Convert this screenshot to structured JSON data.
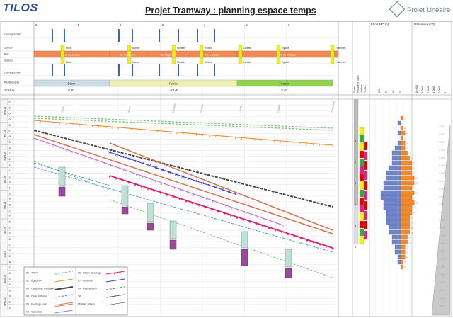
{
  "header": {
    "logo": "TILOS",
    "title": "Projet Tramway : planning espace temps",
    "brand": "Projet Linéaire"
  },
  "chainage_ticks": [
    "0",
    "1",
    "2",
    "3",
    "4",
    "5",
    "6"
  ],
  "row_labels": [
    "Ouvrages d'art",
    "Stations",
    "Rue",
    "Stations",
    "Ouvrages d'art",
    "Revêtements",
    "Structure"
  ],
  "streets": [
    "Rue Leblanche",
    "Av. Caravane",
    "Av. Magenta",
    "Av. Lumière",
    "Rue de Nations"
  ],
  "stations": [
    "Étoile",
    "Marne",
    "Montrée",
    "Riviera",
    "Lorette",
    "Égalité",
    "Fraternité"
  ],
  "revetements": [
    {
      "label": "Béton",
      "duration": "0 db",
      "color": "#c8dde6"
    },
    {
      "label": "Pavés",
      "duration": "-20 db",
      "color": "#f1efb0"
    },
    {
      "label": "Gazon",
      "duration": "6 db",
      "color": "#8fd44c"
    }
  ],
  "time_rows": [
    {
      "month": "janv-19",
      "weeks": [
        "02",
        "03",
        "04",
        "05"
      ]
    },
    {
      "month": "févr-19",
      "weeks": [
        "06",
        "07",
        "08",
        "09"
      ]
    },
    {
      "month": "mars-19",
      "weeks": [
        "10",
        "11",
        "12",
        "13"
      ]
    },
    {
      "month": "avr-19",
      "weeks": [
        "14",
        "15",
        "16",
        "17"
      ]
    },
    {
      "month": "mai-19",
      "weeks": [
        "18",
        "19",
        "20",
        "21",
        "22"
      ]
    },
    {
      "month": "juin-19",
      "weeks": [
        "23",
        "24",
        "25",
        "26"
      ]
    },
    {
      "month": "juil-19",
      "weeks": [
        "27",
        "28",
        "29",
        "30"
      ]
    },
    {
      "month": "août-19",
      "weeks": [
        "31",
        "32",
        "33",
        "34",
        "35"
      ]
    },
    {
      "month": "sept-19",
      "weeks": [
        "36",
        "37",
        "38"
      ]
    }
  ],
  "legend": [
    {
      "code": "01 - TOPO",
      "color": "#7dc57d",
      "style": "dash"
    },
    {
      "code": "02 - Égout PP",
      "color": "#f08a30",
      "style": "arrow"
    },
    {
      "code": "03 - Gaston de fondation",
      "color": "#444444",
      "style": "thick"
    },
    {
      "code": "04 - Dalle flottante",
      "color": "#4a8fe0",
      "style": "dash"
    },
    {
      "code": "05 - Montage voie",
      "color": "#d17a5a",
      "style": "dbl"
    },
    {
      "code": "06 - Scientisie",
      "color": "#c46ad8",
      "style": "arrow"
    },
    {
      "code": "06 - Béton de calage",
      "color": "#e0217a",
      "style": "tri"
    },
    {
      "code": "07 - Finitions",
      "color": "#3a3ad0",
      "style": "cross"
    },
    {
      "code": "09 - Revêtement",
      "color": "#3aa83a",
      "style": "dash"
    },
    {
      "code": "OC",
      "color": "#555555",
      "style": "line"
    },
    {
      "code": "Mobilier urbain",
      "color": "#222222",
      "style": "thin"
    }
  ],
  "resources": {
    "col_headers": [
      "Phase",
      "Ressource suivie",
      "Maintien",
      "Planifier"
    ],
    "effort_title": "Effort MO (h)",
    "effort_ticks": [
      "100",
      "75",
      "50",
      "25"
    ],
    "materials_title": "Matériaux (m3)",
    "materials_ticks": [
      "10 000",
      "8 000",
      "6 000",
      "4 000",
      "2 000",
      "0"
    ],
    "phase_numbers": [
      "1",
      "2",
      "3",
      "4",
      "5",
      "6"
    ]
  },
  "effort_bars": [
    {
      "week": "06",
      "blue": 0,
      "orange": 1
    },
    {
      "week": "07",
      "blue": 1,
      "orange": 0
    },
    {
      "week": "08",
      "blue": 0,
      "orange": 1
    },
    {
      "week": "09",
      "blue": 1,
      "orange": 2
    },
    {
      "week": "10",
      "blue": 0,
      "orange": 1
    },
    {
      "week": "11",
      "blue": 1,
      "orange": 2
    },
    {
      "week": "12",
      "blue": 2,
      "orange": 2
    },
    {
      "week": "13",
      "blue": 3,
      "orange": 3
    },
    {
      "week": "14",
      "blue": 3,
      "orange": 4
    },
    {
      "week": "15",
      "blue": 3,
      "orange": 5
    },
    {
      "week": "16",
      "blue": 4,
      "orange": 5
    },
    {
      "week": "17",
      "blue": 5,
      "orange": 5
    },
    {
      "week": "18",
      "blue": 5,
      "orange": 6
    },
    {
      "week": "19",
      "blue": 6,
      "orange": 6
    },
    {
      "week": "20",
      "blue": 6,
      "orange": 5
    },
    {
      "week": "21",
      "blue": 7,
      "orange": 6
    },
    {
      "week": "22",
      "blue": 7,
      "orange": 5
    },
    {
      "week": "23",
      "blue": 6,
      "orange": 6
    },
    {
      "week": "24",
      "blue": 6,
      "orange": 5
    },
    {
      "week": "25",
      "blue": 5,
      "orange": 5
    },
    {
      "week": "26",
      "blue": 5,
      "orange": 4
    },
    {
      "week": "27",
      "blue": 5,
      "orange": 4
    },
    {
      "week": "28",
      "blue": 4,
      "orange": 4
    },
    {
      "week": "29",
      "blue": 4,
      "orange": 4
    },
    {
      "week": "30",
      "blue": 3,
      "orange": 3
    },
    {
      "week": "31",
      "blue": 3,
      "orange": 3
    },
    {
      "week": "32",
      "blue": 2,
      "orange": 2
    },
    {
      "week": "33",
      "blue": 2,
      "orange": 2
    },
    {
      "week": "34",
      "blue": 1,
      "orange": 2
    },
    {
      "week": "35",
      "blue": 1,
      "orange": 1
    },
    {
      "week": "36",
      "blue": 0,
      "orange": 1
    }
  ],
  "colors": {
    "street": "#f08a50",
    "station": "#f2f20a",
    "ouvrage": "#3d66b0",
    "grid": "#dcdcdc"
  }
}
